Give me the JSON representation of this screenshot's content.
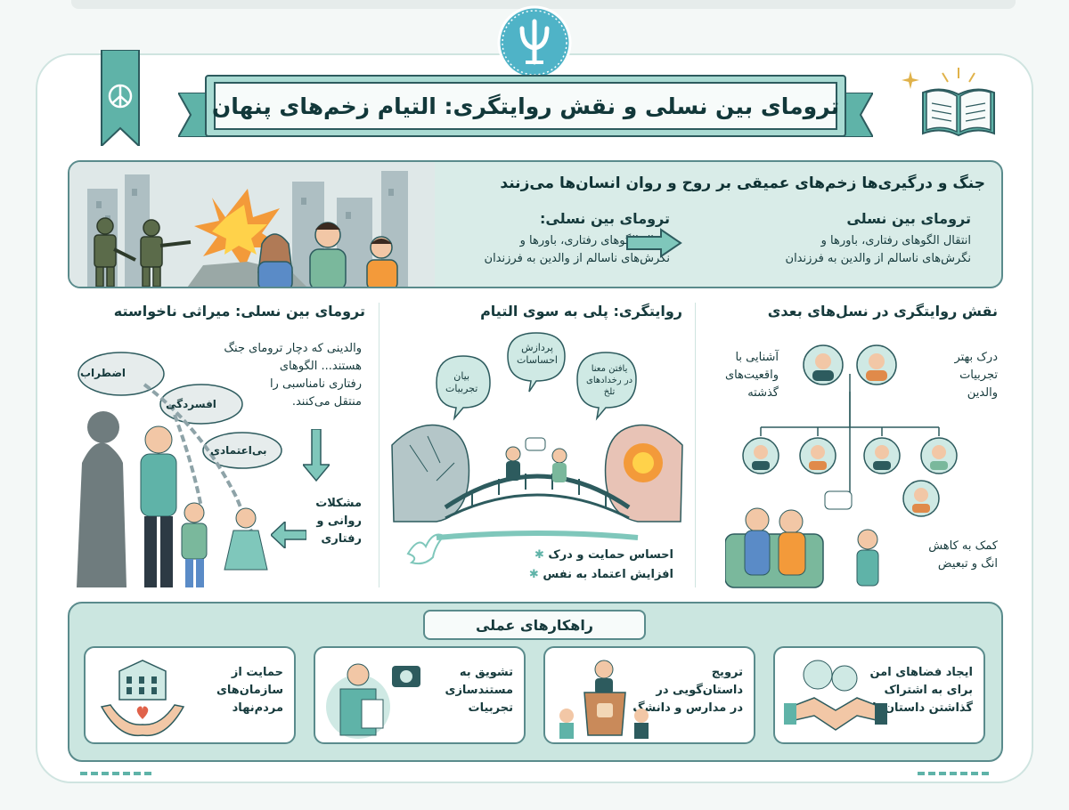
{
  "header": {
    "title": "ترومای بین نسلی و نقش روایتگری: التیام زخم‌های پنهان"
  },
  "band": {
    "headline": "جنگ و درگیری‌ها زخم‌های عمیقی بر روح و روان انسان‌ها می‌زنند",
    "left": {
      "heading": "ترومای بین نسلی:",
      "line1": "انتقال الگوهای رفتاری، باورها و",
      "line2": "نگرش‌های ناسالم از والدین به فرزندان"
    },
    "right": {
      "heading": "ترومای بین نسلی",
      "line1": "انتقال الگوهای رفتاری، باورها و",
      "line2": "نگرش‌های ناسالم از والدین به فرزندان"
    }
  },
  "col_right": {
    "title": "نقش روایتگری در نسل‌های بعدی",
    "left_note": [
      "آشنایی با",
      "واقعیت‌های",
      "گذشته"
    ],
    "right_note": [
      "درک بهتر",
      "تجربیات",
      "والدین"
    ],
    "bottom_note": [
      "کمک به کاهش",
      "انگ و تبعیض"
    ]
  },
  "col_mid": {
    "title": "روایتگری: پلی به سوی التیام",
    "bubble1": [
      "بیان",
      "تجربیات"
    ],
    "bubble2": [
      "پردازش",
      "احساسات"
    ],
    "bubble3": [
      "یافتن معنا",
      "در رخدادهای",
      "تلخ"
    ],
    "bullet1": "احساس حمایت و درک",
    "bullet2": "افزایش اعتماد به نفس"
  },
  "col_left": {
    "title": "ترومای بین نسلی: میراثی ناخواسته",
    "text": [
      "والدینی که دچار ترومای جنگ",
      "هستند... الگوهای",
      "رفتاری نامناسبی را",
      "منتقل می‌کنند."
    ],
    "cloud1": "اضطراب",
    "cloud2": "افسردگی",
    "cloud3": "بی‌اعتمادی",
    "result": [
      "مشکلات",
      "روانی و",
      "رفتاری"
    ]
  },
  "strategies": {
    "title": "راهکارهای عملی",
    "cards": [
      {
        "lines": [
          "ایجاد فضاهای امن",
          "برای به اشتراک",
          "گذاشتن داستان‌ها"
        ]
      },
      {
        "lines": [
          "ترویج",
          "داستان‌گویی در",
          "در مدارس و دانشگ"
        ]
      },
      {
        "lines": [
          "تشویق به",
          "مستندسازی",
          "تجربیات"
        ]
      },
      {
        "lines": [
          "حمایت از",
          "سازمان‌های",
          "مردم‌نهاد"
        ]
      }
    ]
  },
  "colors": {
    "teal": "#5fb3a8",
    "dark": "#163a3c",
    "band": "#d9ece8",
    "mint": "#a9dbd3"
  },
  "icons": [
    "psychology-logo-icon",
    "peace-icon",
    "open-book-icon",
    "sparkle-icon",
    "arrow-right-icon",
    "handshake-icon",
    "podium-icon",
    "camera-icon",
    "building-hands-icon",
    "dove-icon",
    "chain-icon",
    "brain-icon",
    "bridge-icon"
  ]
}
